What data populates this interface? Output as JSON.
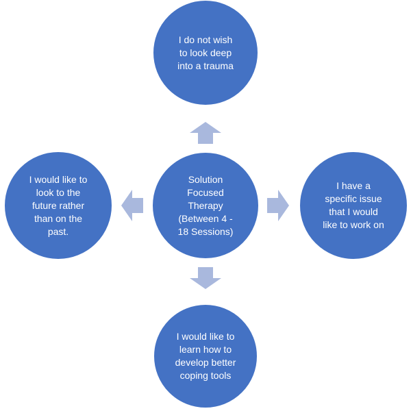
{
  "diagram": {
    "colors": {
      "node_fill": "#4472c4",
      "node_text": "#ffffff",
      "arrow_fill": "#a9b8dd"
    },
    "center": {
      "text": "Solution\nFocused\nTherapy\n(Between 4 -\n18 Sessions)"
    },
    "top": {
      "text": "I do not wish\nto look deep\ninto a trauma"
    },
    "right": {
      "text": "I have a\nspecific issue\nthat I would\nlike to work on"
    },
    "bottom": {
      "text": "I would like to\nlearn how to\ndevelop better\ncoping tools"
    },
    "left": {
      "text": "I would like to\nlook to the\nfuture rather\nthan on the\npast."
    }
  }
}
